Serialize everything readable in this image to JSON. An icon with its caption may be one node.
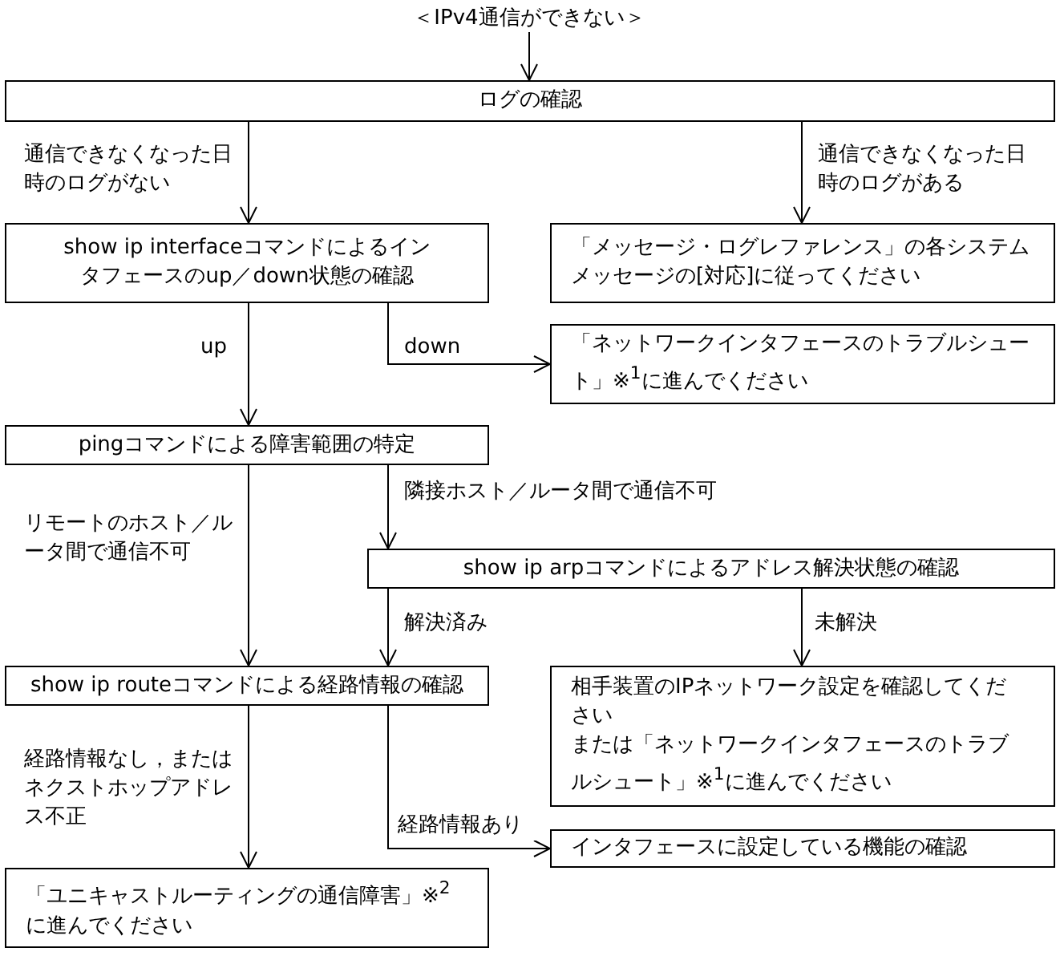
{
  "diagram": {
    "nodes": [
      {
        "text": [
          "＜IPv4通信ができない＞"
        ]
      },
      {
        "text": [
          "ログの確認"
        ]
      },
      {
        "text": [
          "show ip interfaceコマンドによるインタフェースのup／down状態の確認"
        ]
      },
      {
        "text": [
          "「メッセージ・ログレファレンス」の各システムメッセージの[対応]に従ってください"
        ]
      },
      {
        "text": [
          "「ネットワークインタフェースのトラブルシュート」※$^{1}$に進んでください"
        ]
      },
      {
        "text": [
          "pingコマンドによる障害範囲の特定"
        ]
      },
      {
        "text": [
          "show ip arpコマンドによるアドレス解決状態の確認"
        ]
      },
      {
        "text": [
          "show ip routeコマンドによる経路情報の確認"
        ]
      },
      {
        "text": [
          "相手装置のIPネットワーク設定を確認してください",
          "または「ネットワークインタフェースのトラブルシュート」※$^{1}$に進んでください"
        ]
      },
      {
        "text": [
          "インタフェースに設定している機能の確認"
        ]
      },
      {
        "text": [
          "「ユニキャストルーティングの通信障害」※$^{2}$に進んでください"
        ]
      }
    ],
    "edges": [
      {
        "from": 0,
        "to": 1,
        "arrow": "to"
      },
      {
        "from": 1,
        "to": 2,
        "arrow": "to",
        "label": "通信できなくなった日時のログがない"
      },
      {
        "from": 1,
        "to": 3,
        "arrow": "to",
        "label": "通信できなくなった日時のログがある"
      },
      {
        "from": 2,
        "to": 5,
        "arrow": "to",
        "label": "up"
      },
      {
        "from": 2,
        "to": 4,
        "arrow": "to",
        "label": "down"
      },
      {
        "from": 5,
        "to": 7,
        "arrow": "to",
        "label": "リモートのホスト／ルータ間で通信不可"
      },
      {
        "from": 5,
        "to": 6,
        "arrow": "to",
        "label": "隣接ホスト／ルータ間で通信不可"
      },
      {
        "from": 6,
        "to": 7,
        "arrow": "to",
        "label": "解決済み"
      },
      {
        "from": 6,
        "to": 8,
        "arrow": "to",
        "label": "未解決"
      },
      {
        "from": 7,
        "to": 10,
        "arrow": "to",
        "label": "経路情報なし，またはネクストホップアドレス不正"
      },
      {
        "from": 7,
        "to": 9,
        "arrow": "to",
        "label": "経路情報あり"
      }
    ]
  }
}
